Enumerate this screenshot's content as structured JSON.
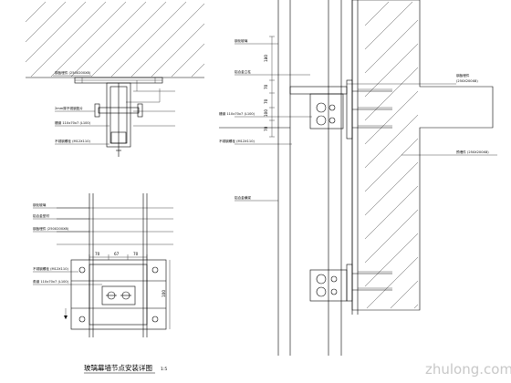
{
  "title": {
    "text": "玻璃幕墙节点安装详图",
    "scale": "1:5"
  },
  "watermark": "zhulong.com",
  "dims_left_mid": [
    "70",
    "67",
    "70"
  ],
  "dims_left_side": "100",
  "dims_right": [
    "180",
    "70",
    "70",
    "100",
    "70"
  ],
  "labels": {
    "top_view": [
      "钢板埋件 (250X200X8)",
      "2mm厚不锈钢垫片",
      "槽钢 110x70x7 (L100)",
      "不锈钢螺栓 (M12X110)"
    ],
    "bottom_view": [
      "钢化玻璃",
      "铝合金型材",
      "钢板埋件 (250X200X8)",
      "不锈钢螺栓 (M12X110)",
      "角钢 110x70x7 (L100)"
    ],
    "right_view": [
      "钢化玻璃",
      "铝合金立柱",
      "槽钢 110x70x7 (L100)",
      "不锈钢螺栓 (M12X110)",
      "铝合金横梁"
    ],
    "right_side": [
      "钢板埋件",
      "(250X200X8)",
      "预埋件 (250X200X8)"
    ]
  }
}
